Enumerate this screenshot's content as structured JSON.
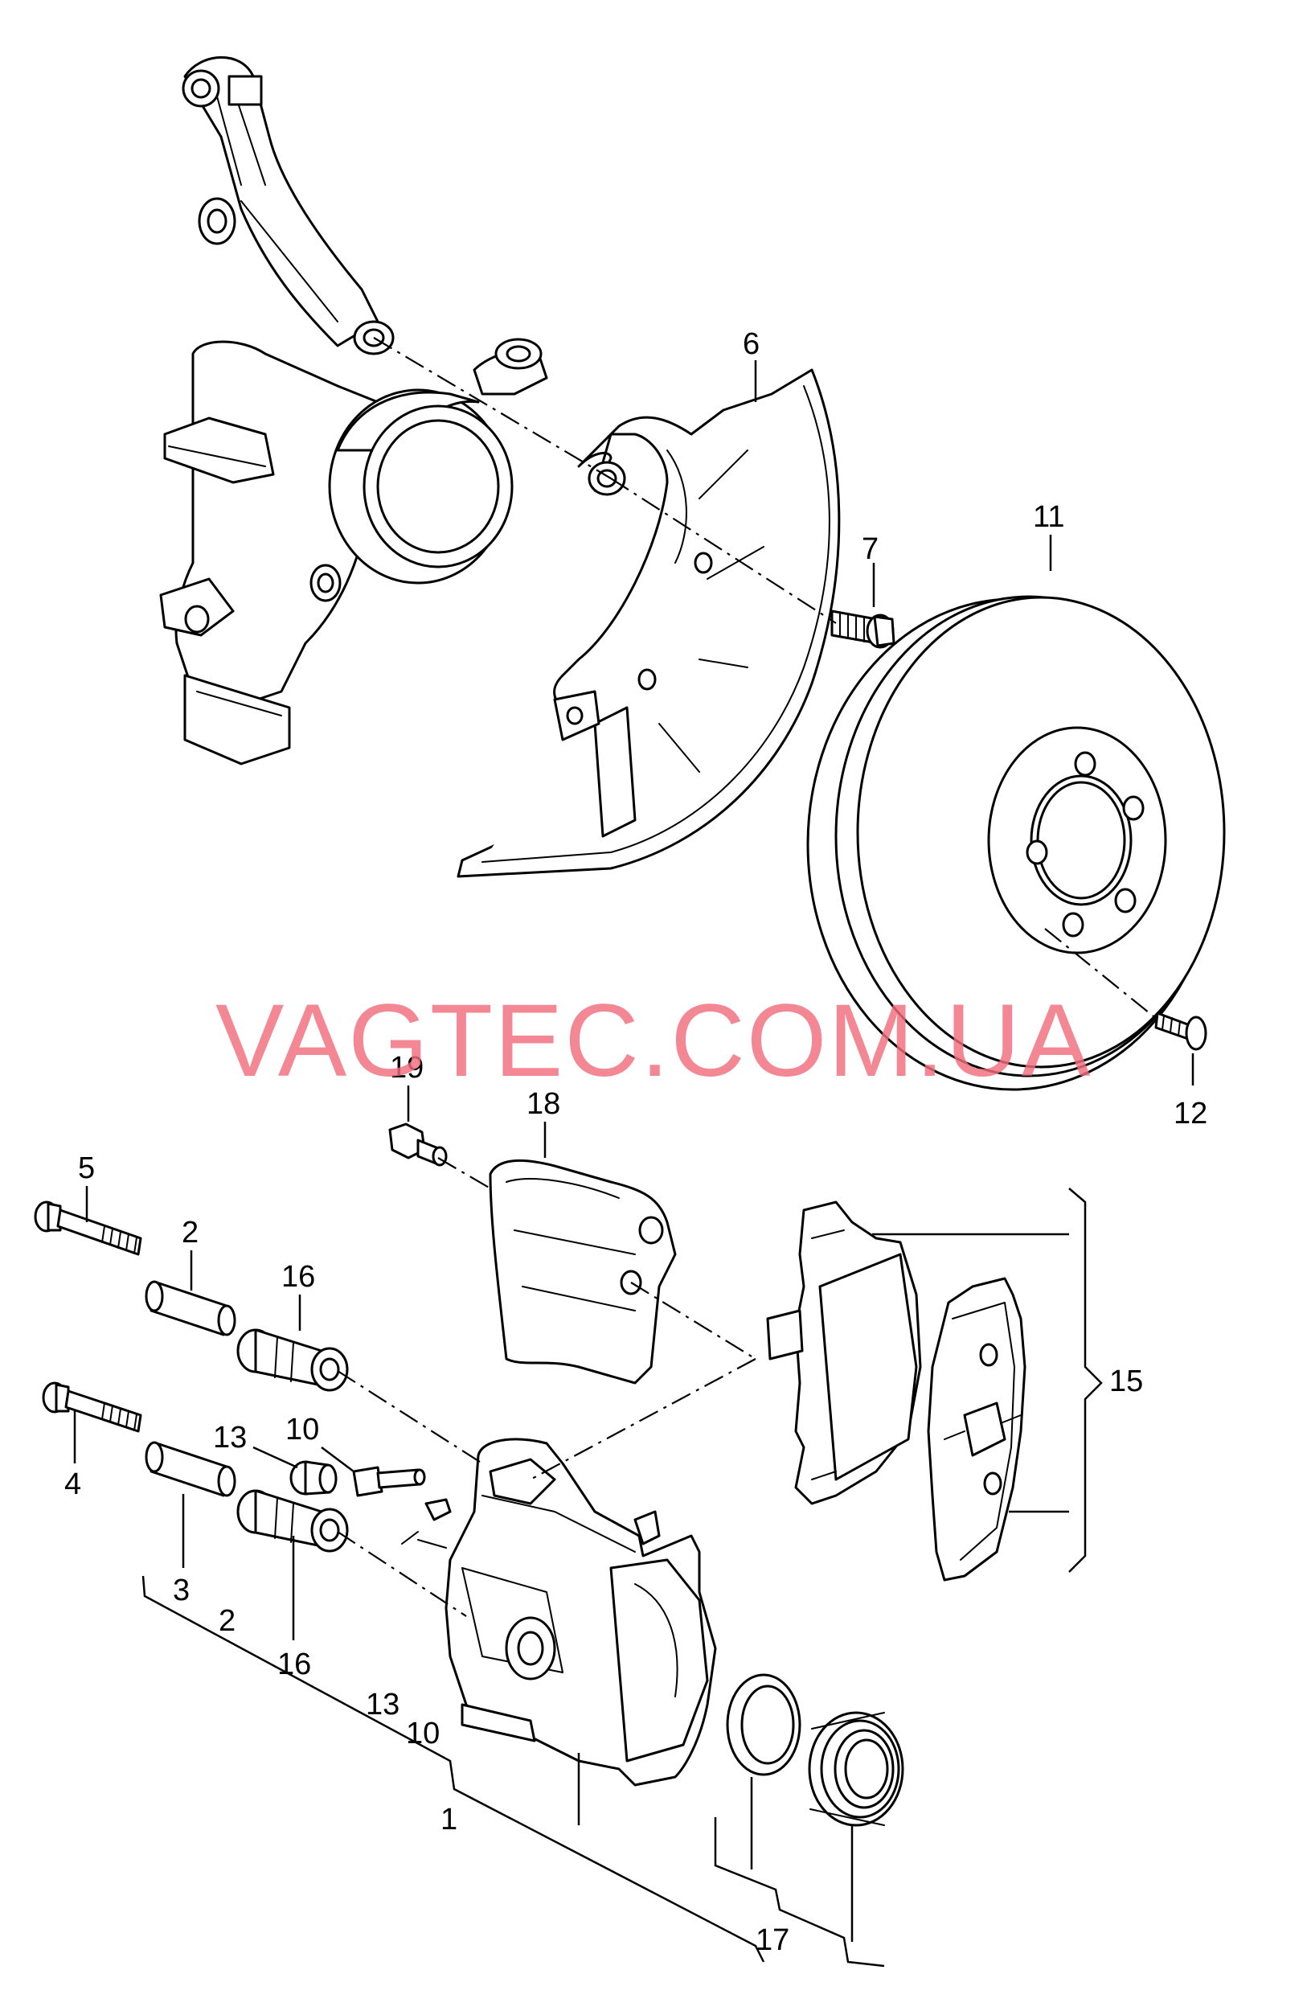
{
  "watermark": "VAGTEC.COM.UA",
  "callouts": {
    "c1": "1",
    "c2a": "2",
    "c2b": "2",
    "c3": "3",
    "c4": "4",
    "c5": "5",
    "c6": "6",
    "c7": "7",
    "c10a": "10",
    "c10b": "10",
    "c11": "11",
    "c12": "12",
    "c13a": "13",
    "c13b": "13",
    "c15": "15",
    "c16a": "16",
    "c16b": "16",
    "c17": "17",
    "c18": "18",
    "c19": "19"
  },
  "colors": {
    "line": "#000000",
    "background": "#ffffff",
    "watermark": "#f06d7b"
  }
}
